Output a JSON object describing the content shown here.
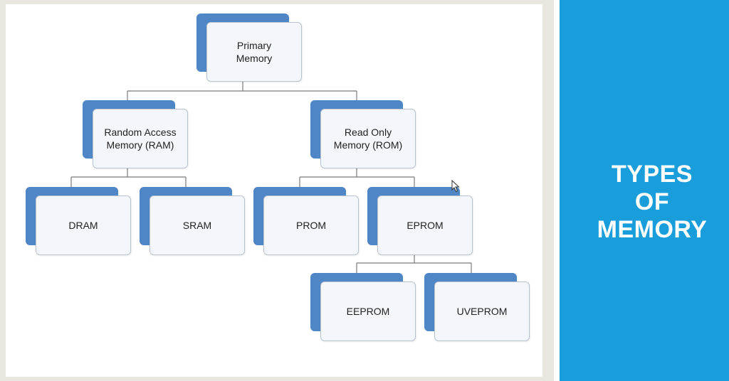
{
  "diagram": {
    "nodes": [
      {
        "id": "primary-memory",
        "label": "Primary Memory"
      },
      {
        "id": "ram",
        "label": "Random Access Memory (RAM)"
      },
      {
        "id": "rom",
        "label": "Read Only Memory (ROM)"
      },
      {
        "id": "dram",
        "label": "DRAM"
      },
      {
        "id": "sram",
        "label": "SRAM"
      },
      {
        "id": "prom",
        "label": "PROM"
      },
      {
        "id": "eprom",
        "label": "EPROM"
      },
      {
        "id": "eeprom",
        "label": "EEPROM"
      },
      {
        "id": "uveprom",
        "label": "UVEPROM"
      }
    ],
    "edges": [
      [
        "primary-memory",
        "ram"
      ],
      [
        "primary-memory",
        "rom"
      ],
      [
        "ram",
        "dram"
      ],
      [
        "ram",
        "sram"
      ],
      [
        "rom",
        "prom"
      ],
      [
        "rom",
        "eprom"
      ],
      [
        "eprom",
        "eeprom"
      ],
      [
        "eprom",
        "uveprom"
      ]
    ]
  },
  "side_panel": {
    "title_lines": [
      "TYPES",
      "OF",
      "MEMORY"
    ]
  },
  "colors": {
    "panel_background": "#1a9edb",
    "node_shadow_block": "#4f86c6",
    "node_face": "#f3f6fa",
    "connector": "#7a7a7a"
  }
}
